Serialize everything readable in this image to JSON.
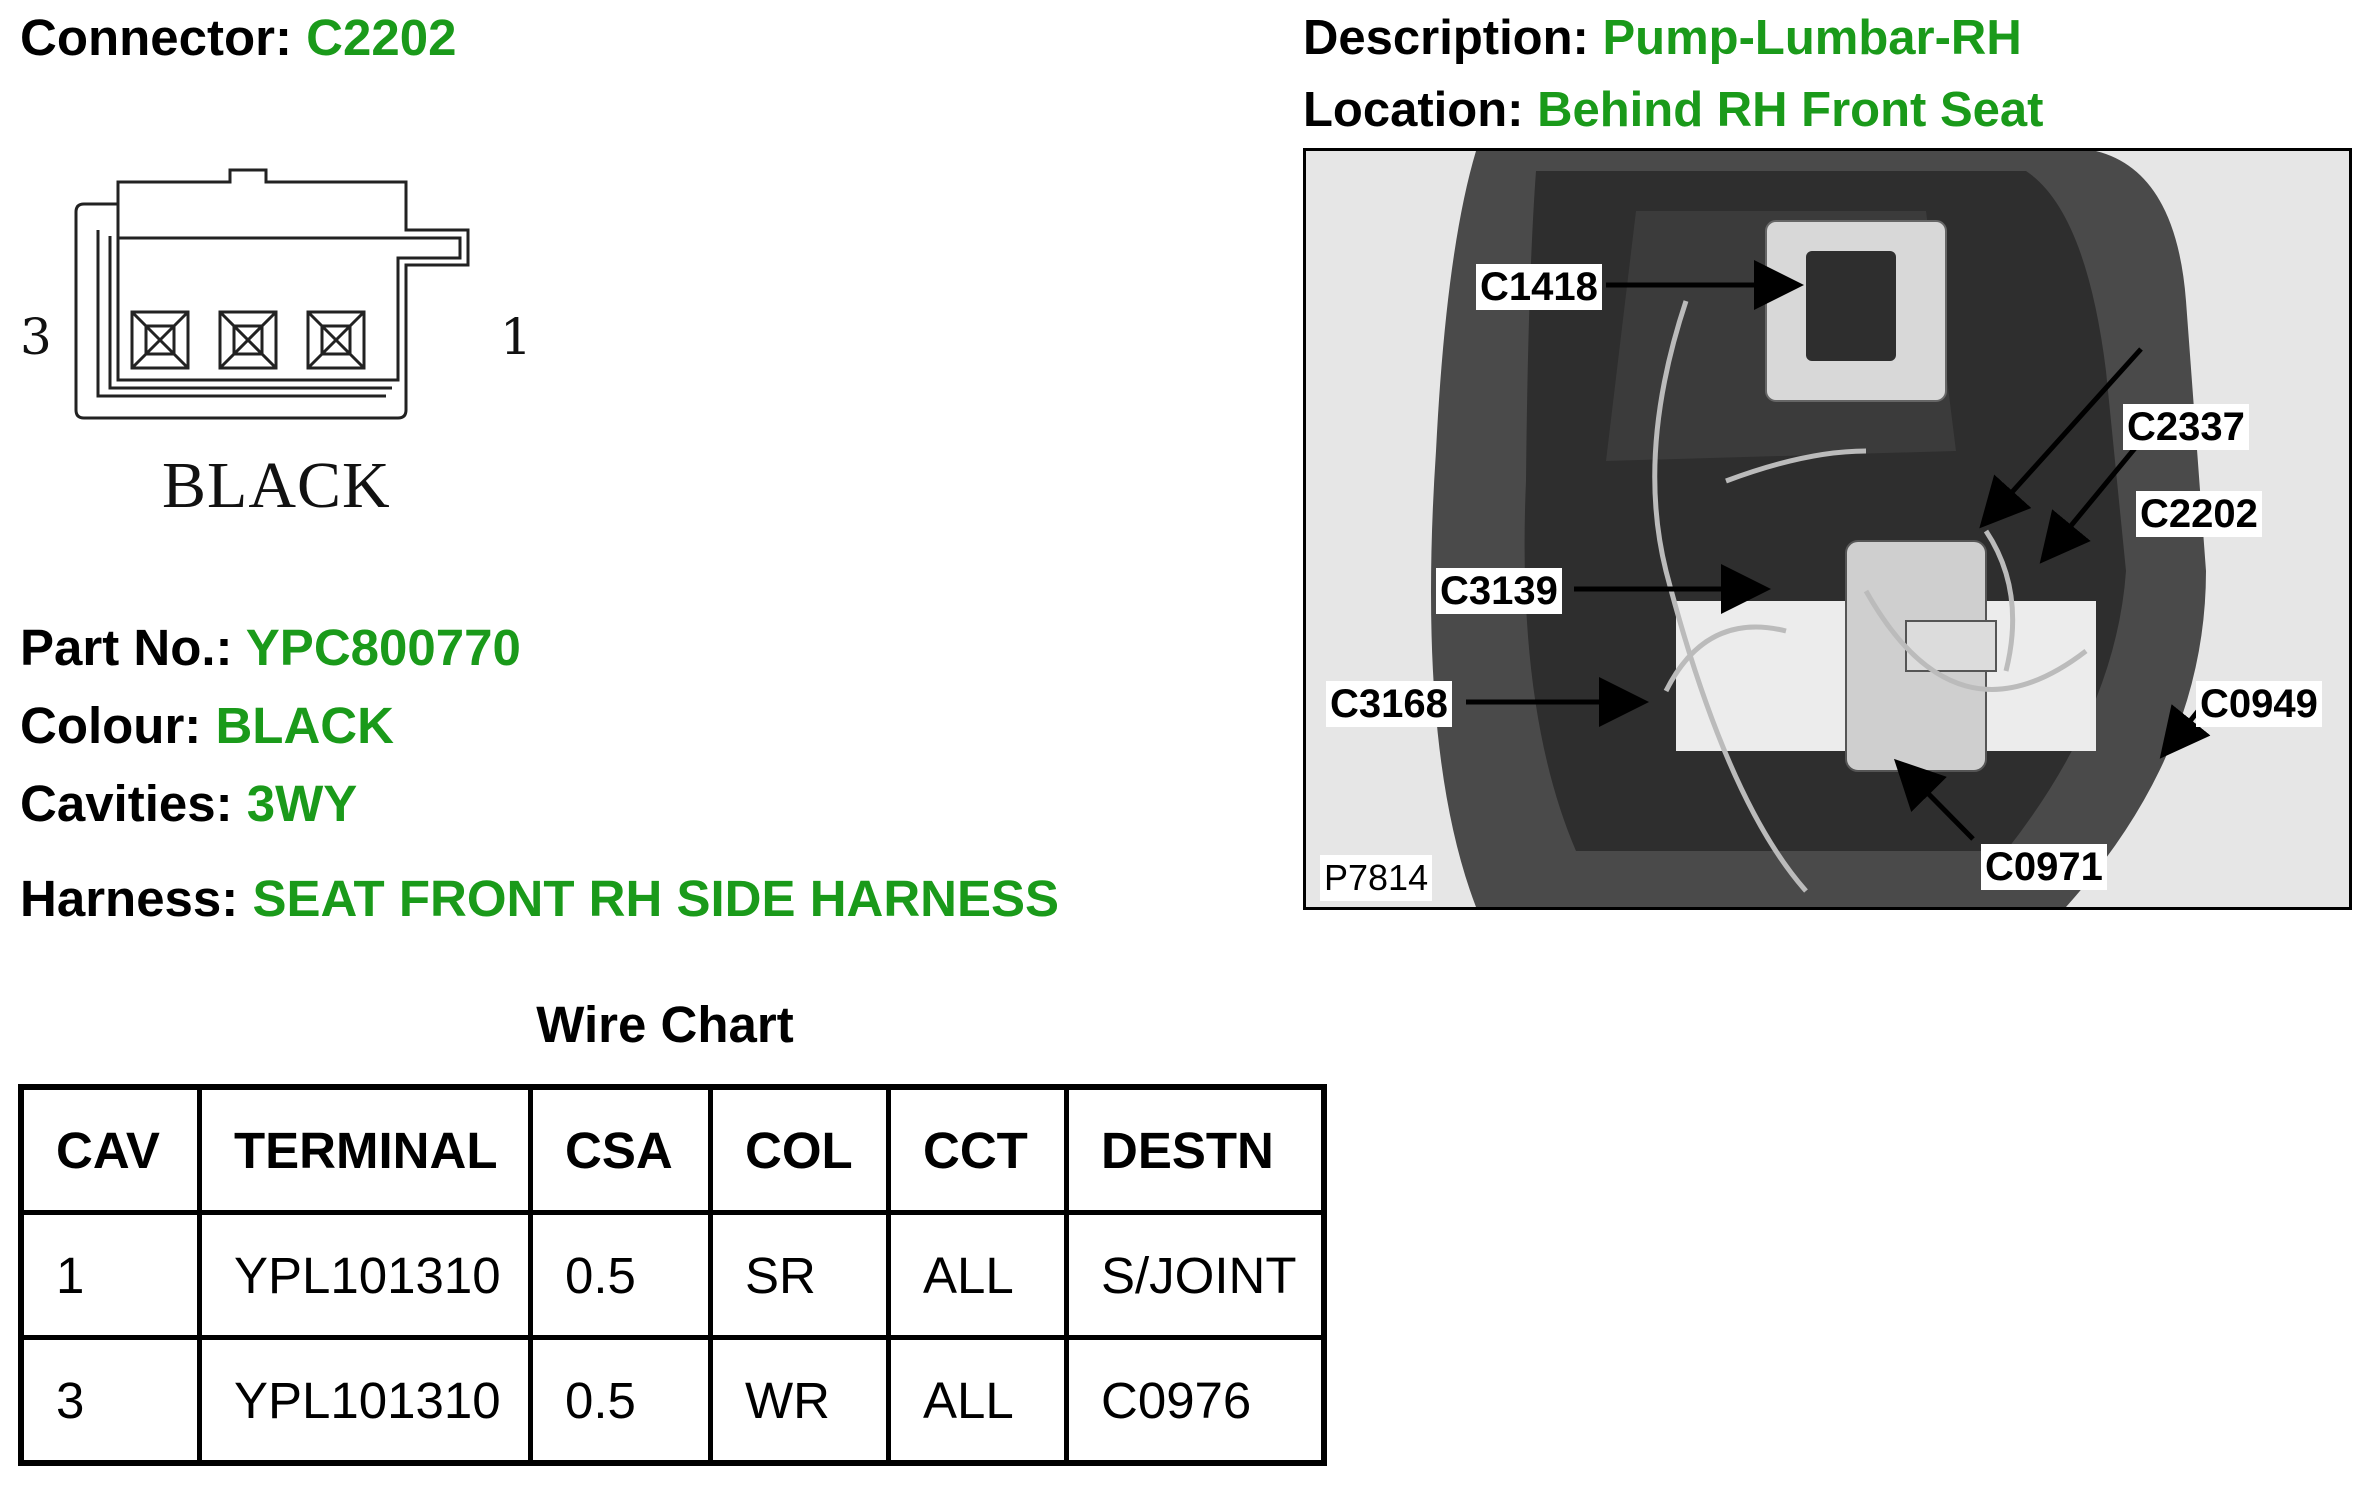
{
  "connector": {
    "label": "Connector:",
    "value": "C2202"
  },
  "description": {
    "label": "Description:",
    "value": "Pump-Lumbar-RH"
  },
  "location": {
    "label": "Location:",
    "value": "Behind RH Front Seat"
  },
  "diagram": {
    "pin_left": "3",
    "pin_right": "1",
    "color_label": "BLACK"
  },
  "part_no": {
    "label": "Part No.:",
    "value": "YPC800770"
  },
  "colour": {
    "label": "Colour:",
    "value": "BLACK"
  },
  "cavities": {
    "label": "Cavities:",
    "value": "3WY"
  },
  "harness": {
    "label": "Harness:",
    "value": "SEAT FRONT RH SIDE HARNESS"
  },
  "wire_chart": {
    "title": "Wire Chart",
    "headers": [
      "CAV",
      "TERMINAL",
      "CSA",
      "COL",
      "CCT",
      "DESTN"
    ],
    "rows": [
      [
        "1",
        "YPL101310",
        "0.5",
        "SR",
        "ALL",
        "S/JOINT"
      ],
      [
        "3",
        "YPL101310",
        "0.5",
        "WR",
        "ALL",
        "C0976"
      ]
    ]
  },
  "photo": {
    "id": "P7814",
    "callouts": [
      "C1418",
      "C2337",
      "C2202",
      "C3139",
      "C3168",
      "C0949",
      "C0971"
    ]
  },
  "colors": {
    "label": "#000000",
    "value": "#1a9a1a"
  }
}
